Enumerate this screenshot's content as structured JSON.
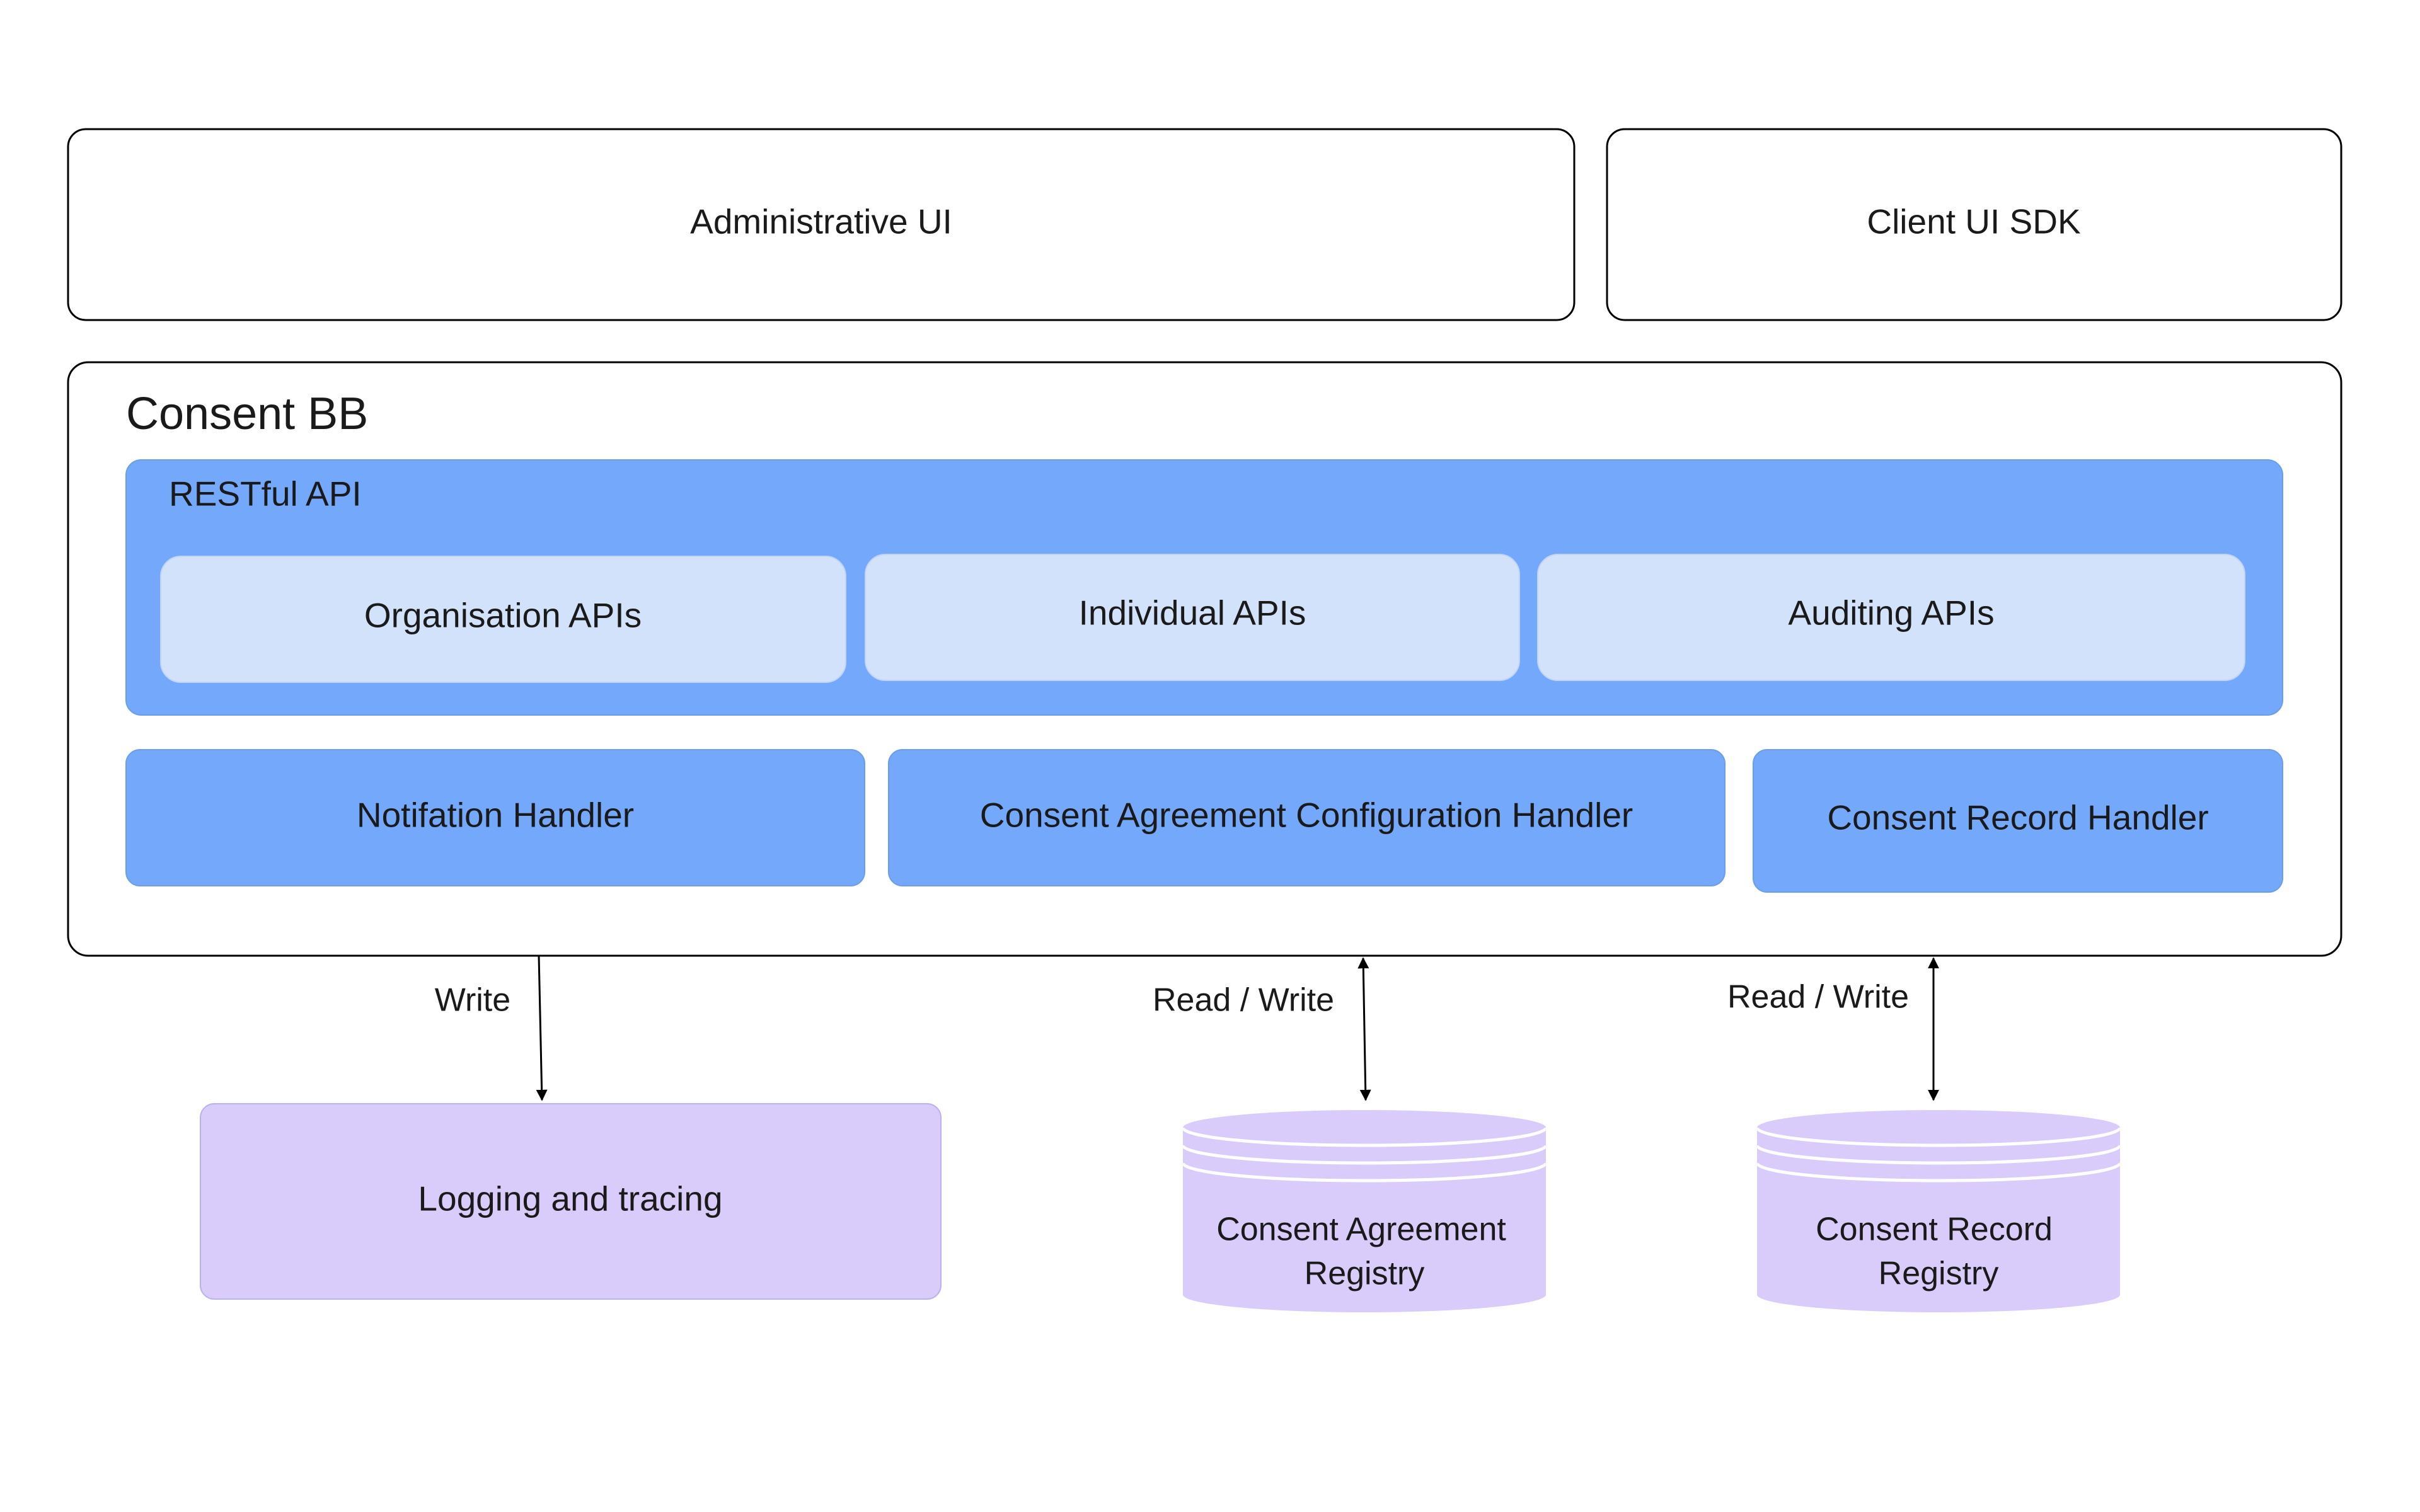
{
  "top": {
    "admin_ui": "Administrative UI",
    "client_sdk": "Client UI SDK"
  },
  "consent_bb": {
    "title": "Consent BB",
    "restful_api": {
      "title": "RESTful API",
      "items": [
        "Organisation APIs",
        "Individual APIs",
        "Auditing APIs"
      ]
    },
    "handlers": [
      "Notifation Handler",
      "Consent Agreement Configuration Handler",
      "Consent Record Handler"
    ]
  },
  "connections": {
    "logging": "Write",
    "agreement": "Read / Write",
    "record": "Read / Write"
  },
  "storage": {
    "logging": "Logging and tracing",
    "agreement_registry": [
      "Consent Agreement",
      "Registry"
    ],
    "record_registry": [
      "Consent Record",
      "Registry"
    ]
  },
  "colors": {
    "api_blue": "#74a8fa",
    "api_light": "#d3e2fb",
    "storage_purple": "#d9cbfa"
  }
}
